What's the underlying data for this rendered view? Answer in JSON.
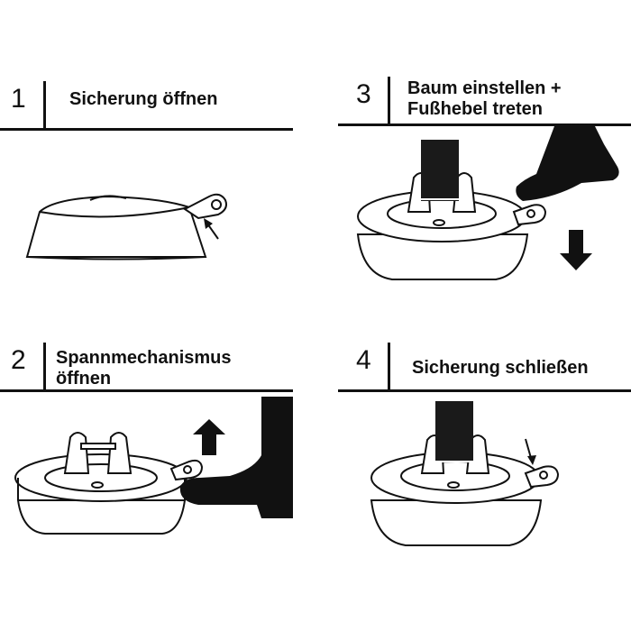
{
  "steps": [
    {
      "number": "1",
      "title": "Sicherung öffnen"
    },
    {
      "number": "2",
      "title": "Spannmechanismus\nöffnen"
    },
    {
      "number": "3",
      "title": "Baum einstellen +\nFußhebel treten"
    },
    {
      "number": "4",
      "title": "Sicherung schließen"
    }
  ],
  "colors": {
    "ink": "#111111",
    "paper": "#ffffff",
    "trunk": "#1a1a1a"
  },
  "icons": [
    "arrow-down-icon",
    "arrow-up-icon",
    "boot-icon",
    "tree-stand-icon"
  ]
}
